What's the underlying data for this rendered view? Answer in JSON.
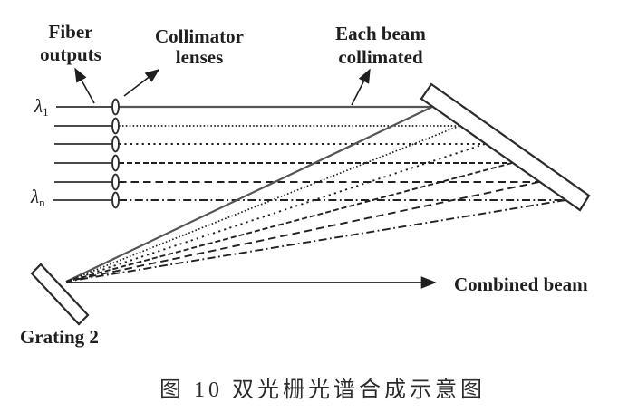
{
  "figure": {
    "caption": "图 10 双光栅光谱合成示意图"
  },
  "diagram": {
    "labels": {
      "fiber_outputs": {
        "line1": "Fiber",
        "line2": "outputs"
      },
      "collimator_lenses": {
        "line1": "Collimator",
        "line2": "lenses"
      },
      "each_beam_collimated": {
        "line1": "Each beam",
        "line2": "collimated"
      },
      "combined_beam": "Combined beam",
      "grating_2": "Grating 2"
    },
    "wavelength_first": {
      "base": "λ",
      "sub": "1"
    },
    "wavelength_last": {
      "base": "λ",
      "sub": "n"
    },
    "beams": [
      {
        "index": 1,
        "wavelength": "λ1",
        "line_style": "solid"
      },
      {
        "index": 2,
        "wavelength": "",
        "line_style": "fine-dotted"
      },
      {
        "index": 3,
        "wavelength": "",
        "line_style": "dotted"
      },
      {
        "index": 4,
        "wavelength": "",
        "line_style": "short-dashed"
      },
      {
        "index": 5,
        "wavelength": "",
        "line_style": "long-dashed"
      },
      {
        "index": 6,
        "wavelength": "λn",
        "line_style": "dash-dot"
      }
    ],
    "colors": {
      "background": "#ffffff",
      "line": "#222222",
      "solid_beam": "#555555",
      "text": "#1f1f1f"
    }
  }
}
